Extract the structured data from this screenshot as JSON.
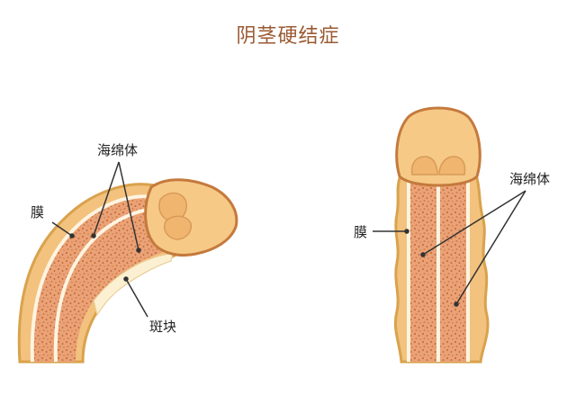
{
  "title": "阴茎硬结症",
  "left_figure": {
    "labels": {
      "corpora": "海绵体",
      "membrane": "膜",
      "plaque": "斑块"
    }
  },
  "right_figure": {
    "labels": {
      "corpora": "海绵体",
      "membrane": "膜"
    }
  },
  "colors": {
    "title": "#9b5a32",
    "skin": "#f2c27e",
    "skin_outline": "#d9a24c",
    "tissue": "#eaa276",
    "tissue_dots": "#c9703f",
    "membrane": "#fff4e0",
    "glans": "#f6c987",
    "glans_outline": "#c47a3c"
  }
}
